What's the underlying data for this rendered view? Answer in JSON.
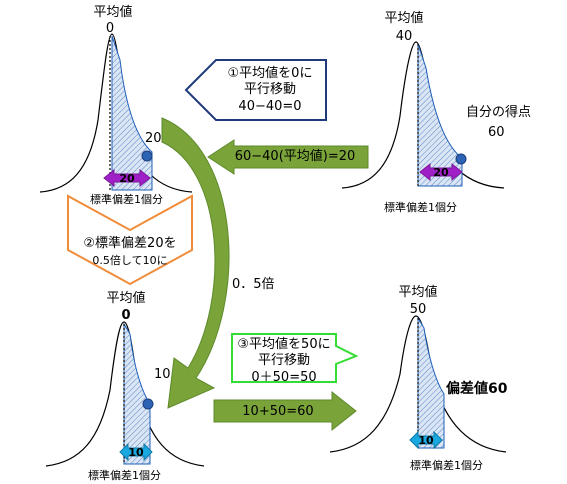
{
  "labels": {
    "mean": "平均値",
    "sd_span": "標準偏差1個分",
    "own_score": "自分の得点",
    "deviation_value": "偏差値60",
    "half": "0．5倍"
  },
  "top_left": {
    "mean_value": "0",
    "point_value": "20",
    "span_value": "20"
  },
  "top_right": {
    "mean_value": "40",
    "point_value": "60",
    "span_value": "20"
  },
  "bottom_left": {
    "mean_value": "0",
    "point_value": "10",
    "span_value": "10"
  },
  "bottom_right": {
    "mean_value": "50",
    "span_value": "10"
  },
  "step1": {
    "line1": "①平均値を0に",
    "line2": "平行移動",
    "line3": "40−40=0"
  },
  "step2": {
    "line1": "②標準偏差20を",
    "line2": "0.5倍して10に"
  },
  "step3": {
    "line1": "③平均値を50に",
    "line2": "平行移動",
    "line3": "0＋50=50"
  },
  "arrow_top": "60−40(平均値)=20",
  "arrow_bottom": "10+50=60",
  "colors": {
    "curve": "#000000",
    "hatch": "#1f5fb8",
    "shade": "#dbe6f5",
    "dot": "#2c63b5",
    "arrow_green": "#7aa33a",
    "arrow_green_dark": "#5e8a2a",
    "purple": "#a020c8",
    "cyan": "#1aa8e0",
    "orange": "#f08c3a",
    "pentagon_border": "#1f3a7a",
    "callout_green": "#33dd33"
  }
}
